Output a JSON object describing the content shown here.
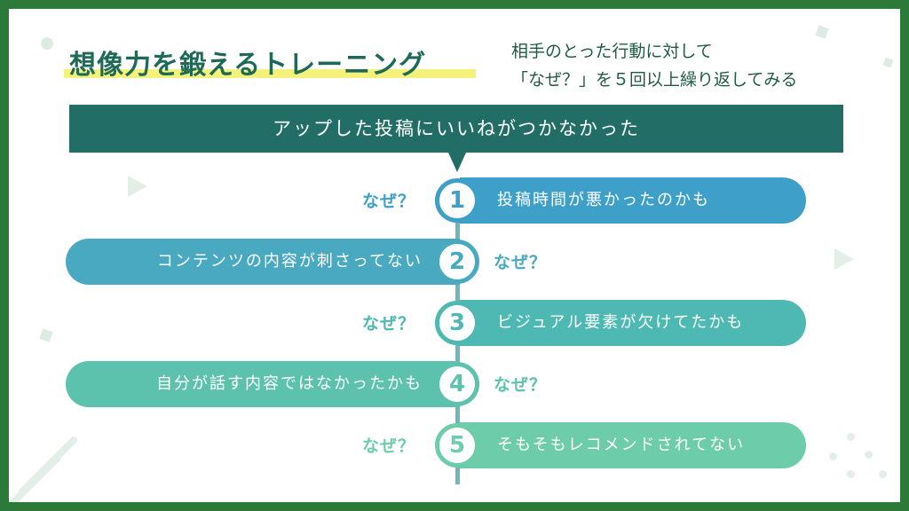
{
  "title": "想像力を鍛えるトレーニング",
  "note": {
    "line1": "相手のとった行動に対して",
    "line2": "「なぜ？」を５回以上繰り返してみる"
  },
  "header": "アップした投稿にいいねがつかなかった",
  "why_label": "なぜ？",
  "steps": [
    {
      "num": "1",
      "text": "投稿時間が悪かったのかも",
      "side": "right",
      "color": "#3ea0c8"
    },
    {
      "num": "2",
      "text": "コンテンツの内容が刺さってない",
      "side": "left",
      "color": "#49a9c0"
    },
    {
      "num": "3",
      "text": "ビジュアル要素が欠けてたかも",
      "side": "right",
      "color": "#4eb8b3"
    },
    {
      "num": "4",
      "text": "自分が話す内容ではなかったかも",
      "side": "left",
      "color": "#5cc2ae"
    },
    {
      "num": "5",
      "text": "そもそもレコメンドされてない",
      "side": "right",
      "color": "#6dcdaa"
    }
  ],
  "colors": {
    "border": "#2b7a3a",
    "header": "#226e66",
    "title": "#1f6a56",
    "highlight": "#f4f27a"
  }
}
